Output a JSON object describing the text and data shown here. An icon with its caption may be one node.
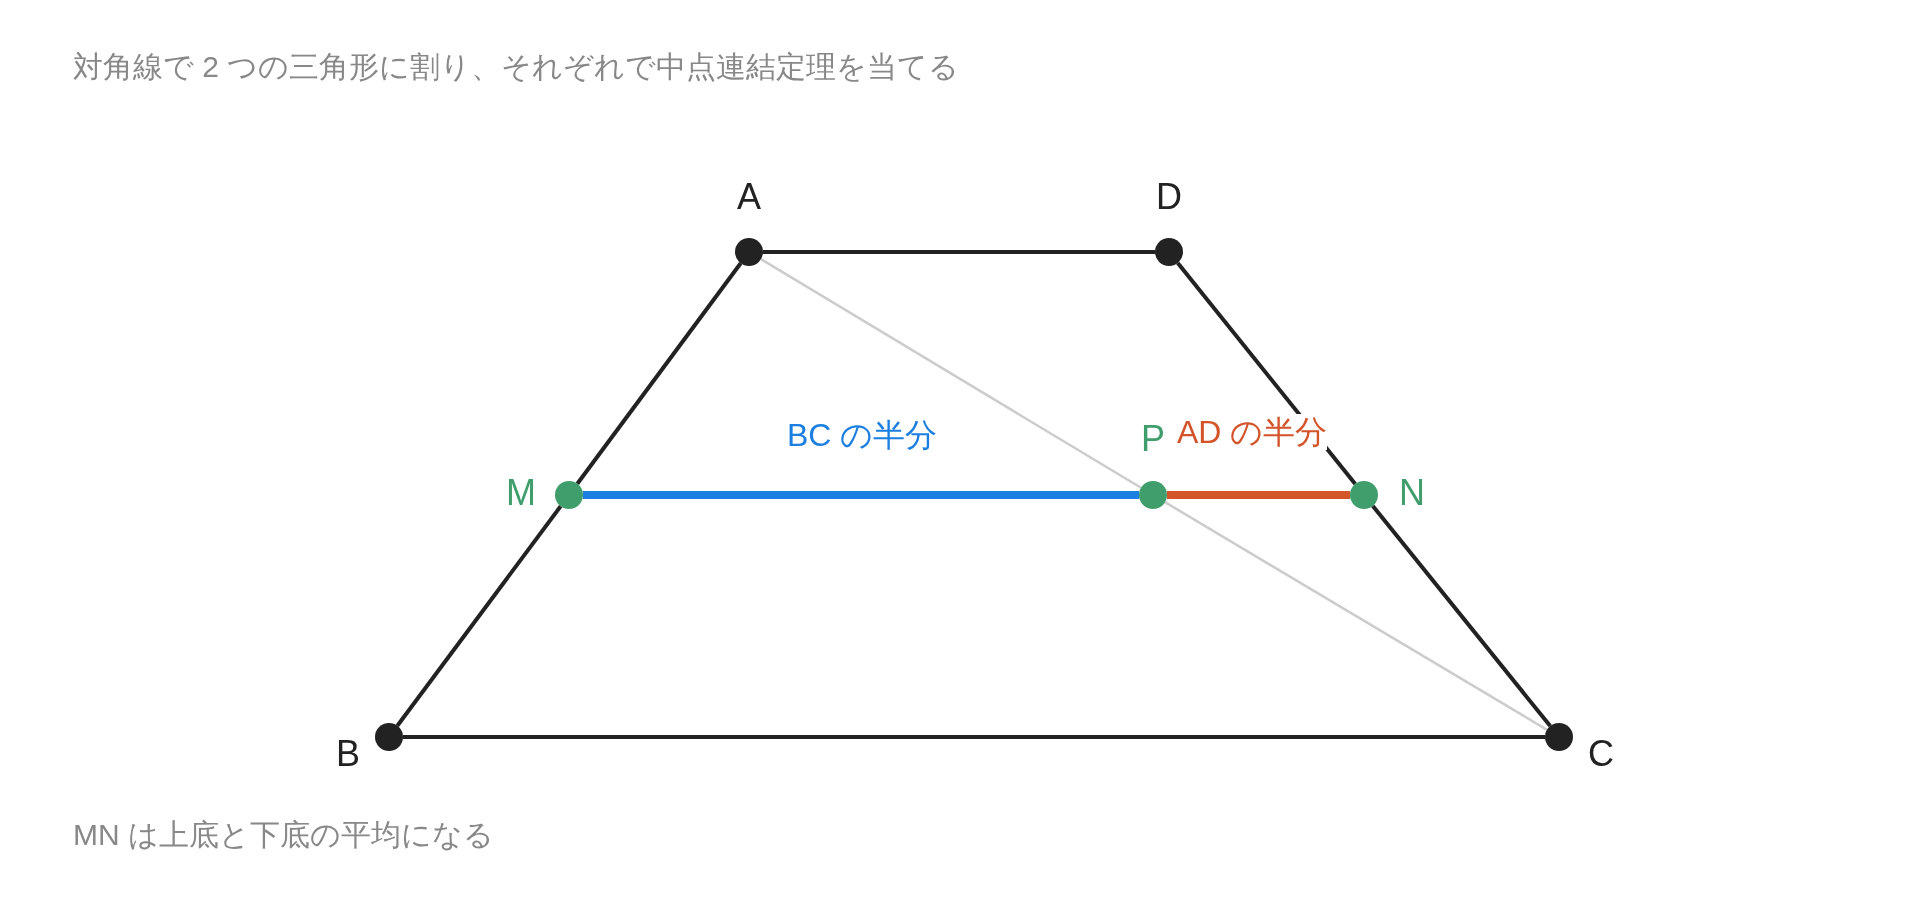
{
  "diagram": {
    "title": "対角線で 2 つの三角形に割り、それぞれで中点連結定理を当てる",
    "caption": "MN は上底と下底の平均になる",
    "nodes": [
      {
        "text": [],
        "shape": "circle",
        "beside": [
          "A"
        ]
      },
      {
        "text": [],
        "shape": "circle",
        "beside": [
          "D"
        ]
      },
      {
        "text": [],
        "shape": "circle",
        "beside": [
          "M"
        ]
      },
      {
        "text": [],
        "shape": "circle",
        "beside": [
          "P"
        ]
      },
      {
        "text": [],
        "shape": "circle",
        "beside": [
          "N"
        ]
      },
      {
        "text": [],
        "shape": "circle",
        "beside": [
          "B"
        ]
      },
      {
        "text": [],
        "shape": "circle",
        "beside": [
          "C"
        ]
      }
    ],
    "edges": [
      {
        "from": 0,
        "to": 1,
        "arrow": "none"
      },
      {
        "from": 1,
        "to": 4,
        "arrow": "none"
      },
      {
        "from": 4,
        "to": 6,
        "arrow": "none"
      },
      {
        "from": 5,
        "to": 6,
        "arrow": "none"
      },
      {
        "from": 0,
        "to": 2,
        "arrow": "none"
      },
      {
        "from": 2,
        "to": 5,
        "arrow": "none"
      },
      {
        "from": 0,
        "to": 3,
        "arrow": "none",
        "color": "#cccccc"
      },
      {
        "from": 3,
        "to": 6,
        "arrow": "none",
        "color": "#cccccc"
      },
      {
        "from": 2,
        "to": 3,
        "arrow": "none",
        "label": "BC の半分",
        "style": "thick",
        "color": "#1a7fe0"
      },
      {
        "from": 3,
        "to": 4,
        "arrow": "none",
        "label": "AD の半分",
        "style": "thick",
        "color": "#d4542a"
      }
    ]
  }
}
